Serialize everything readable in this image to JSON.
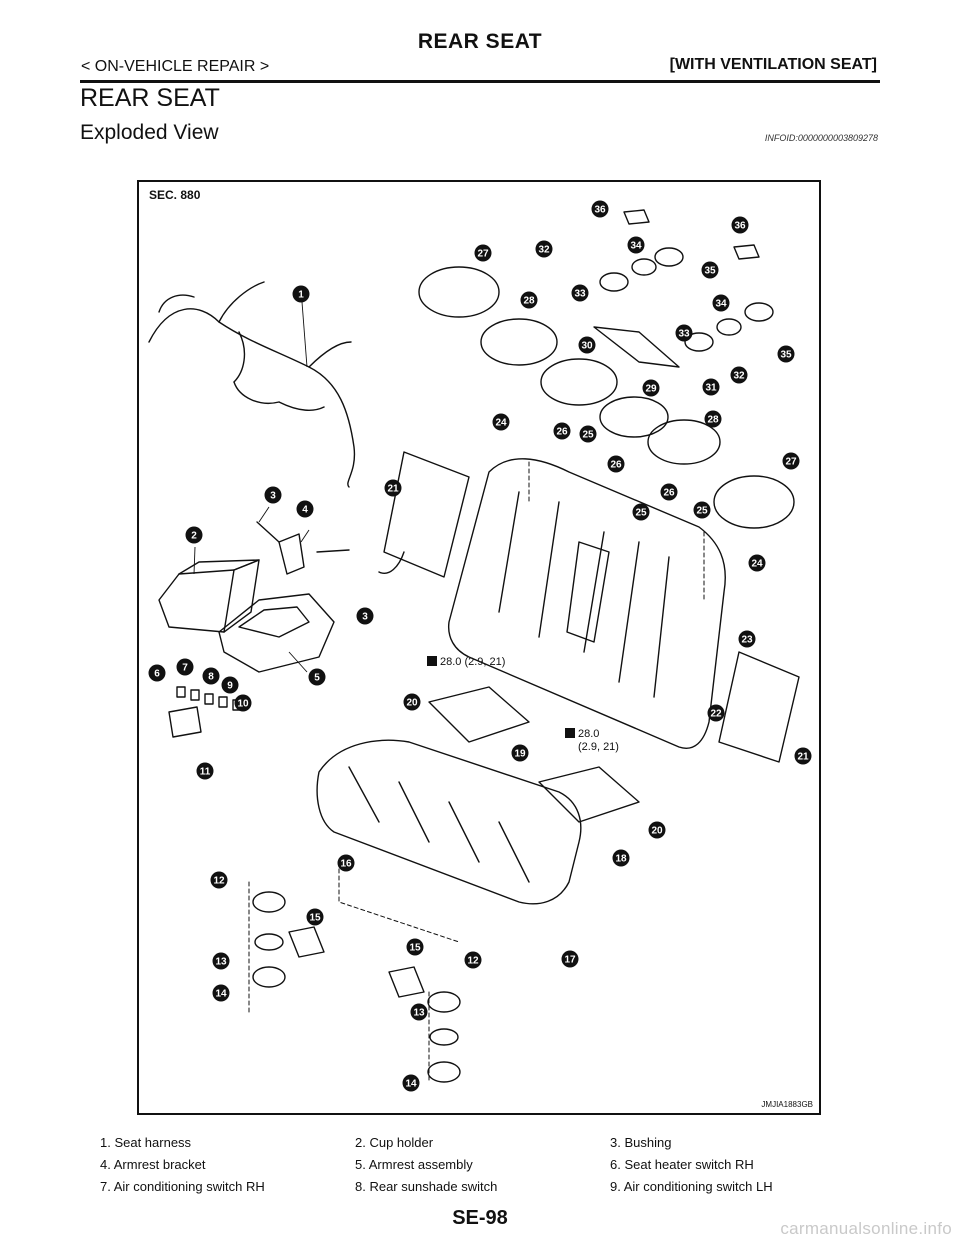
{
  "header": {
    "title": "REAR SEAT",
    "left": "< ON-VEHICLE REPAIR >",
    "right": "[WITH VENTILATION SEAT]"
  },
  "section_title": "REAR SEAT",
  "subsection_title": "Exploded View",
  "info_id": "INFOID:0000000003809278",
  "figure": {
    "sec": "SEC. 880",
    "code": "JMJIA1883GB",
    "torque_1": "28.0 (2.9, 21)",
    "torque_2_a": "28.0",
    "torque_2_b": "(2.9, 21)",
    "callouts": [
      "1",
      "2",
      "3",
      "3",
      "4",
      "5",
      "6",
      "7",
      "8",
      "9",
      "10",
      "11",
      "12",
      "12",
      "13",
      "13",
      "14",
      "14",
      "15",
      "15",
      "16",
      "17",
      "18",
      "19",
      "20",
      "20",
      "21",
      "21",
      "22",
      "23",
      "24",
      "24",
      "25",
      "25",
      "25",
      "26",
      "26",
      "26",
      "27",
      "27",
      "28",
      "28",
      "29",
      "30",
      "31",
      "32",
      "32",
      "33",
      "33",
      "34",
      "34",
      "35",
      "35",
      "36",
      "36"
    ]
  },
  "legend": [
    [
      "1.   Seat harness",
      "2.   Cup holder",
      "3.   Bushing"
    ],
    [
      "4.   Armrest bracket",
      "5.   Armrest assembly",
      "6.   Seat heater switch RH"
    ],
    [
      "7.   Air conditioning switch RH",
      "8.   Rear sunshade switch",
      "9.   Air conditioning switch LH"
    ]
  ],
  "page_number": "SE-98",
  "watermark": "carmanualsonline.info"
}
